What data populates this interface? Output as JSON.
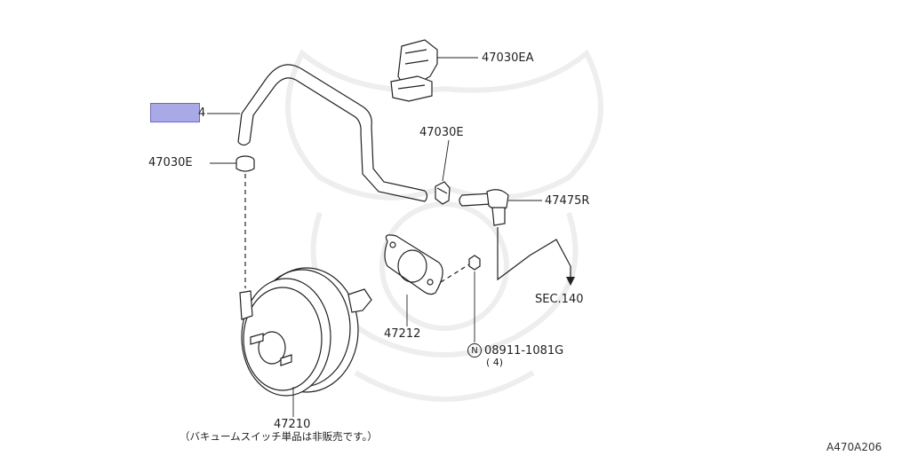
{
  "labels": {
    "hose_partial": "4",
    "clip_right": "47030EA",
    "clip_mid": "47030E",
    "clip_left": "47030E",
    "check_valve": "47475R",
    "gasket": "47212",
    "sec_ref": "SEC.140",
    "nut_badge": "N",
    "nut_part": "08911-1081G",
    "nut_qty": "( 4)",
    "booster": "47210",
    "booster_note": "（バキュームスイッチ単品は非販売です。）",
    "diagram_code": "A470A206"
  },
  "colors": {
    "highlight": "#a9a9e8",
    "line": "#222222",
    "watermark": "#eeeeee"
  }
}
